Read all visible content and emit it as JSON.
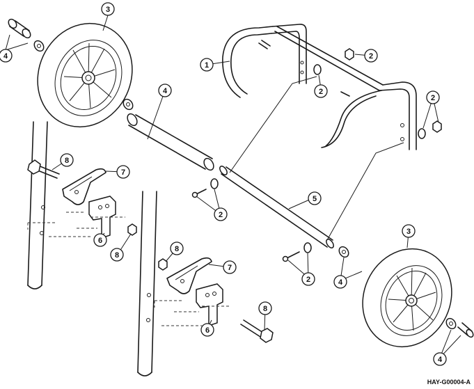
{
  "callouts": {
    "c1": "1",
    "c2": "2",
    "c3": "3",
    "c4": "4",
    "c5": "5",
    "c6": "6",
    "c7": "7",
    "c8": "8"
  },
  "figure_ref": "HAY-G00004-A"
}
